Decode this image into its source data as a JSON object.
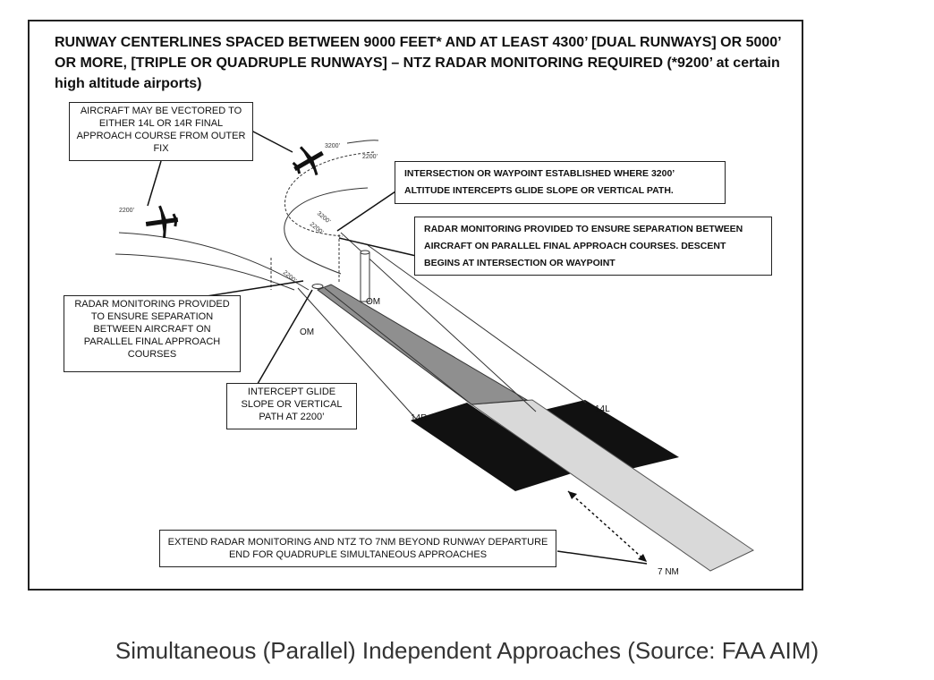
{
  "figure": {
    "title": "RUNWAY CENTERLINES SPACED BETWEEN 9000 FEET* AND AT LEAST 4300’ [DUAL RUNWAYS] OR 5000’ OR MORE, [TRIPLE OR QUADRUPLE RUNWAYS] – NTZ RADAR MONITORING REQUIRED (*9200’ at certain high altitude airports)",
    "boxes": {
      "vectored": "AIRCRAFT MAY BE VECTORED TO EITHER 14L OR 14R FINAL APPROACH COURSE FROM OUTER FIX",
      "intersection": "INTERSECTION OR WAYPOINT ESTABLISHED WHERE 3200’ ALTITUDE INTERCEPTS GLIDE SLOPE OR VERTICAL PATH.",
      "radar_right": "RADAR MONITORING PROVIDED TO ENSURE SEPARATION BETWEEN AIRCRAFT ON PARALLEL FINAL APPROACH COURSES. DESCENT BEGINS AT INTERSECTION OR WAYPOINT",
      "radar_left": "RADAR MONITORING PROVIDED TO ENSURE SEPARATION BETWEEN AIRCRAFT ON PARALLEL FINAL APPROACH COURSES",
      "intercept": "INTERCEPT GLIDE SLOPE OR VERTICAL PATH AT 2200’",
      "extend": "EXTEND RADAR MONITORING AND NTZ TO 7NM BEYOND RUNWAY DEPARTURE END FOR QUADRUPLE SIMULTANEOUS APPROACHES"
    },
    "labels": {
      "om_left": "OM",
      "om_right": "OM",
      "runway_left": "14R",
      "runway_right": "14L",
      "distance": "7 NM"
    },
    "altitudes": {
      "plane_left": "2200’",
      "plane_right_a": "3200’",
      "plane_right_b": "2200’",
      "glide_a": "3200’",
      "glide_b": "2200’",
      "glide_c": "2200’"
    }
  },
  "caption": "Simultaneous (Parallel) Independent Approaches (Source: FAA AIM)"
}
